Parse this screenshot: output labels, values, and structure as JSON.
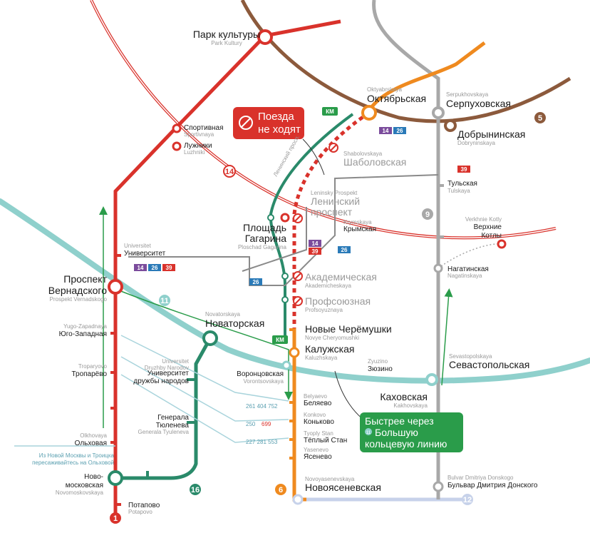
{
  "colors": {
    "line1": "#d9322b",
    "line5": "#8c5a3c",
    "line6": "#ef8a1f",
    "line9": "#a8a8a8",
    "line11": "#8fd0cc",
    "line12": "#c7d2ea",
    "line14": "#d9322b",
    "line16": "#2a8a6a",
    "tram_green": "#2a9c4a",
    "bus_teal": "#7fc3c7",
    "alert_red": "#d9322b",
    "alert_green": "#2a9c4a",
    "badge_purple": "#7b4c9c",
    "badge_blue": "#2a7ab8",
    "badge_red": "#d9322b"
  },
  "stations": {
    "park_kultury": {
      "ru": "Парк культуры",
      "lat": "Park Kultury"
    },
    "sportivnaya": {
      "ru": "Спортивная",
      "lat": "Sportivnaya"
    },
    "luzhniki": {
      "ru": "Лужники",
      "lat": "Luzhniki"
    },
    "universitet": {
      "ru": "Университет",
      "lat": "Universitet"
    },
    "prospekt_vernadskogo": {
      "ru1": "Проспект",
      "ru2": "Вернадского",
      "lat": "Prospekt Vernadskogo"
    },
    "yugo_zapadnaya": {
      "ru": "Юго-Западная",
      "lat": "Yugo-Zapadnaya"
    },
    "troparevo": {
      "ru": "Тропарёво",
      "lat": "Troparyovo"
    },
    "olkhovaya": {
      "ru": "Ольховая",
      "lat": "Olkhovaya"
    },
    "novomoskovskaya": {
      "ru1": "Ново-",
      "ru2": "московская",
      "lat": "Novomoskovskaya"
    },
    "potapovo": {
      "ru": "Потапово",
      "lat": "Potapovo"
    },
    "oktyabrskaya": {
      "ru": "Октябрьская",
      "lat": "Oktyabrskaya"
    },
    "serpukhovskaya": {
      "ru": "Серпуховская",
      "lat": "Serpukhovskaya"
    },
    "dobryninskaya": {
      "ru": "Добрынинская",
      "lat": "Dobryninskaya"
    },
    "shabolovskaya": {
      "ru": "Шаболовская",
      "lat": "Shabolovskaya"
    },
    "tulskaya": {
      "ru": "Тульская",
      "lat": "Tulskaya"
    },
    "leninsky_prospekt": {
      "ru1": "Ленинский",
      "ru2": "проспект",
      "lat": "Leninsky Prospekt"
    },
    "krymskaya": {
      "ru": "Крымская",
      "lat": "Krymskaya"
    },
    "verkhnie_kotly": {
      "ru1": "Верхние",
      "ru2": "Котлы",
      "lat": "Verkhnie Kotly"
    },
    "ploschad_gagarina": {
      "ru1": "Площадь",
      "ru2": "Гагарина",
      "lat": "Ploschad Gagarina"
    },
    "nagatinskaya": {
      "ru": "Нагатинская",
      "lat": "Nagatinskaya"
    },
    "akademicheskaya": {
      "ru": "Академическая",
      "lat": "Akademicheskaya"
    },
    "profsoyuznaya": {
      "ru": "Профсоюзная",
      "lat": "Profsoyuznaya"
    },
    "novatorskaya": {
      "ru": "Новаторская",
      "lat": "Novatorskaya"
    },
    "novye_cheryomushki": {
      "ru": "Новые Черёмушки",
      "lat": "Novye Cheryomushki"
    },
    "kaluzhskaya": {
      "ru": "Калужская",
      "lat": "Kaluzhskaya"
    },
    "universitet_druzhby": {
      "ru1": "Университет",
      "ru2": "дружбы народов",
      "lat1": "Universitet",
      "lat2": "Druzhby Narodov"
    },
    "vorontsovskaya": {
      "ru": "Воронцовская",
      "lat": "Vorontsovskaya"
    },
    "zyuzino": {
      "ru": "Зюзино",
      "lat": "Zyuzino"
    },
    "sevastopolskaya": {
      "ru": "Севастопольская",
      "lat": "Sevastopolskaya"
    },
    "kakhovskaya": {
      "ru": "Каховская",
      "lat": "Kakhovskaya"
    },
    "belyaevo": {
      "ru": "Беляево",
      "lat": "Belyaevo"
    },
    "konkovo": {
      "ru": "Коньково",
      "lat": "Konkovo"
    },
    "teply_stan": {
      "ru": "Тёплый Стан",
      "lat": "Tyoply Stan"
    },
    "yasenevo": {
      "ru": "Ясенево",
      "lat": "Yasenevo"
    },
    "generala_tyuleneva": {
      "ru1": "Генерала",
      "ru2": "Тюленева",
      "lat": "Generala Tyuleneva"
    },
    "novoyasenevskaya": {
      "ru": "Новоясеневская",
      "lat": "Novoyasenevskaya"
    },
    "bulvar_donskogo": {
      "ru": "Бульвар Дмитрия Донского",
      "lat": "Bulvar Dmitriya Donskogo"
    }
  },
  "street_labels": {
    "leninsky_prosp": "Ленинский просп."
  },
  "alerts": {
    "trains_stopped_1": "Поезда",
    "trains_stopped_2": "не ходят",
    "faster_1": "Быстрее через",
    "faster_2": "Большую",
    "faster_3": "кольцевую линию",
    "faster_line_num": "11"
  },
  "transfer_note": {
    "line1": "Из Новой Москвы и Троицка",
    "line2": "пересаживайтесь на Ольховой"
  },
  "line_numbers": {
    "l1": "1",
    "l5": "5",
    "l6": "6",
    "l9": "9",
    "l11": "11",
    "l12": "12",
    "l14": "14",
    "l16": "16"
  },
  "bus_routes": {
    "r1": "261 404 752",
    "r2_a": "250",
    "r2_b": "699",
    "r3": "227 281 553"
  },
  "badges": {
    "km": "КМ",
    "b14": "14",
    "b26": "26",
    "b39": "39"
  }
}
